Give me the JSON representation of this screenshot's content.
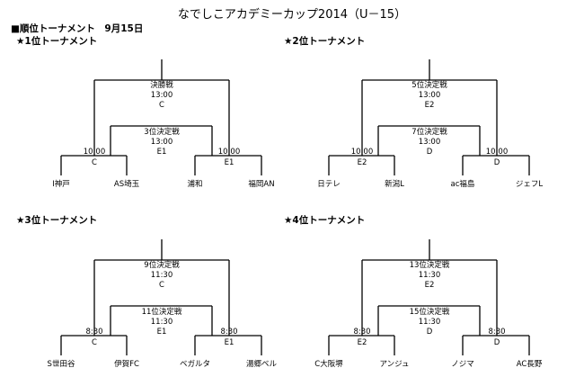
{
  "title": "なでしこアカデミーカップ2014（U－15）",
  "subtitle": "■順位トーナメント　9月15日",
  "brackets": [
    {
      "label": "★1位トーナメント",
      "final": {
        "name": "決勝戦",
        "time": "13:00",
        "court": "C"
      },
      "third": {
        "name": "3位決定戦",
        "time": "13:00",
        "court": "E1"
      },
      "semi_left": {
        "time": "10:00",
        "court": "C"
      },
      "semi_right": {
        "time": "10:00",
        "court": "E1"
      },
      "teams": [
        "I神戸",
        "AS埼玉",
        "浦和",
        "福岡AN"
      ]
    },
    {
      "label": "★2位トーナメント",
      "final": {
        "name": "5位決定戦",
        "time": "13:00",
        "court": "E2"
      },
      "third": {
        "name": "7位決定戦",
        "time": "13:00",
        "court": "D"
      },
      "semi_left": {
        "time": "10:00",
        "court": "E2"
      },
      "semi_right": {
        "time": "10:00",
        "court": "D"
      },
      "teams": [
        "日テレ",
        "新潟L",
        "ac福島",
        "ジェフL"
      ]
    },
    {
      "label": "★3位トーナメント",
      "final": {
        "name": "9位決定戦",
        "time": "11:30",
        "court": "C"
      },
      "third": {
        "name": "11位決定戦",
        "time": "11:30",
        "court": "E1"
      },
      "semi_left": {
        "time": "8:30",
        "court": "C"
      },
      "semi_right": {
        "time": "8:30",
        "court": "E1"
      },
      "teams": [
        "S世田谷",
        "伊賀FC",
        "ベガルタ",
        "湯郷ベル"
      ]
    },
    {
      "label": "★4位トーナメント",
      "final": {
        "name": "13位決定戦",
        "time": "11:30",
        "court": "E2"
      },
      "third": {
        "name": "15位決定戦",
        "time": "11:30",
        "court": "D"
      },
      "semi_left": {
        "time": "8:30",
        "court": "E2"
      },
      "semi_right": {
        "time": "8:30",
        "court": "D"
      },
      "teams": [
        "C大阪堺",
        "アンジュ",
        "ノジマ",
        "AC長野"
      ]
    }
  ]
}
